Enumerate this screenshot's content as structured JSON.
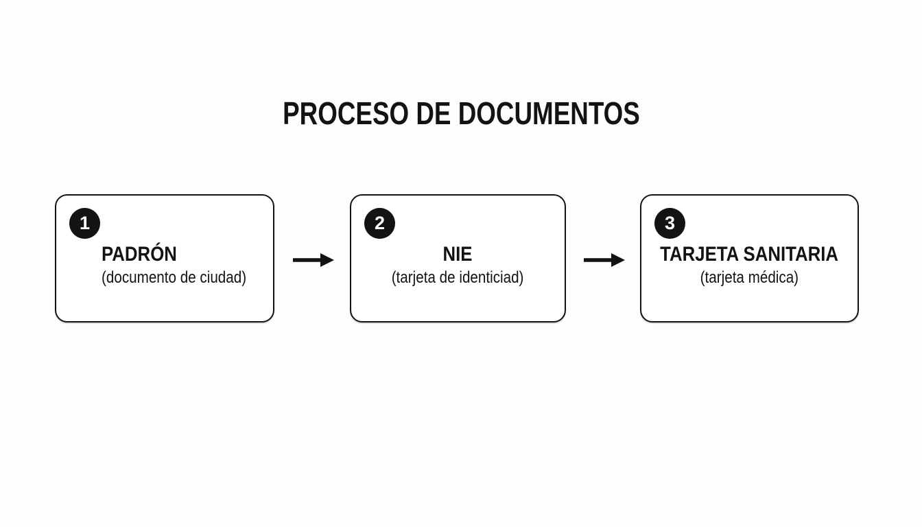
{
  "page": {
    "title": "PROCESO DE DOCUMENTOS"
  },
  "colors": {
    "ink": "#131313",
    "badge_bg": "#131313",
    "badge_fg": "#ffffff",
    "box_bg": "#ffffff",
    "page_bg": "#fdfdfd"
  },
  "steps": [
    {
      "number": "1",
      "title": "PADRÓN",
      "subtitle": "(documento de ciudad)"
    },
    {
      "number": "2",
      "title": "NIE",
      "subtitle": "(tarjeta de identiciad)"
    },
    {
      "number": "3",
      "title": "TARJETA SANITARIA",
      "subtitle": "(tarjeta médica)"
    }
  ],
  "connectors": {
    "count": 2,
    "icon": "arrow-right"
  }
}
